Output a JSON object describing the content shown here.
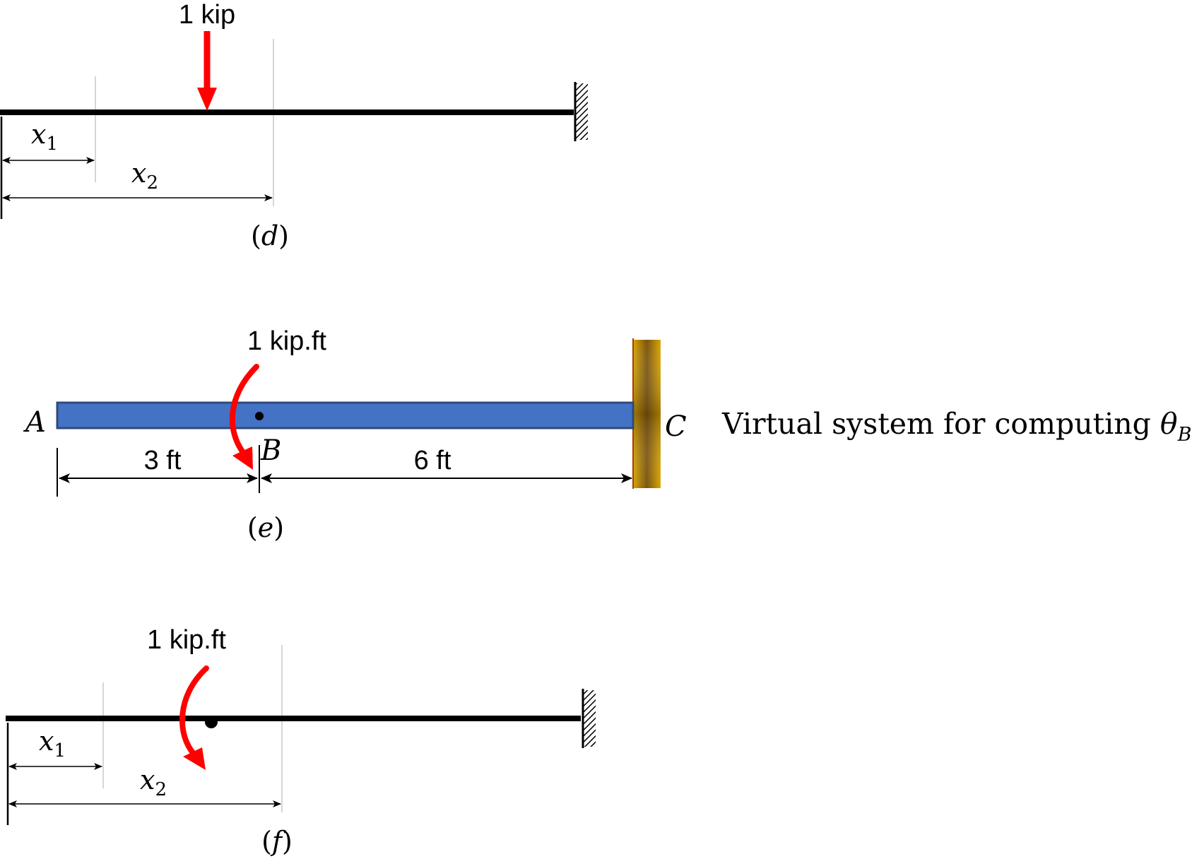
{
  "panel_d": {
    "load_label": "1 kip",
    "x1": {
      "var": "x",
      "sub": "1"
    },
    "x2": {
      "var": "x",
      "sub": "2"
    },
    "caption": {
      "open": "(",
      "letter": "d",
      "close": ")"
    }
  },
  "panel_e": {
    "moment_label": "1 kip.ft",
    "point_a": "A",
    "point_b": "B",
    "point_c": "C",
    "dim_ab": "3 ft",
    "dim_bc": "6 ft",
    "caption": {
      "open": "(",
      "letter": "e",
      "close": ")"
    },
    "description": {
      "text": "Virtual system for computing ",
      "symbol": "θ",
      "sub": "B"
    }
  },
  "panel_f": {
    "moment_label": "1 kip.ft",
    "x1": {
      "var": "x",
      "sub": "1"
    },
    "x2": {
      "var": "x",
      "sub": "2"
    },
    "caption": {
      "open": "(",
      "letter": "f",
      "close": ")"
    }
  },
  "colors": {
    "load_arrow": "#ff0000",
    "beam_e_fill": "#4472c4",
    "beam_e_stroke": "#2f4a7a",
    "wall_e": "#d4a017",
    "wall_e_edge": "#a04000",
    "beam": "#000000",
    "guide_line": "#c8c8c8"
  }
}
